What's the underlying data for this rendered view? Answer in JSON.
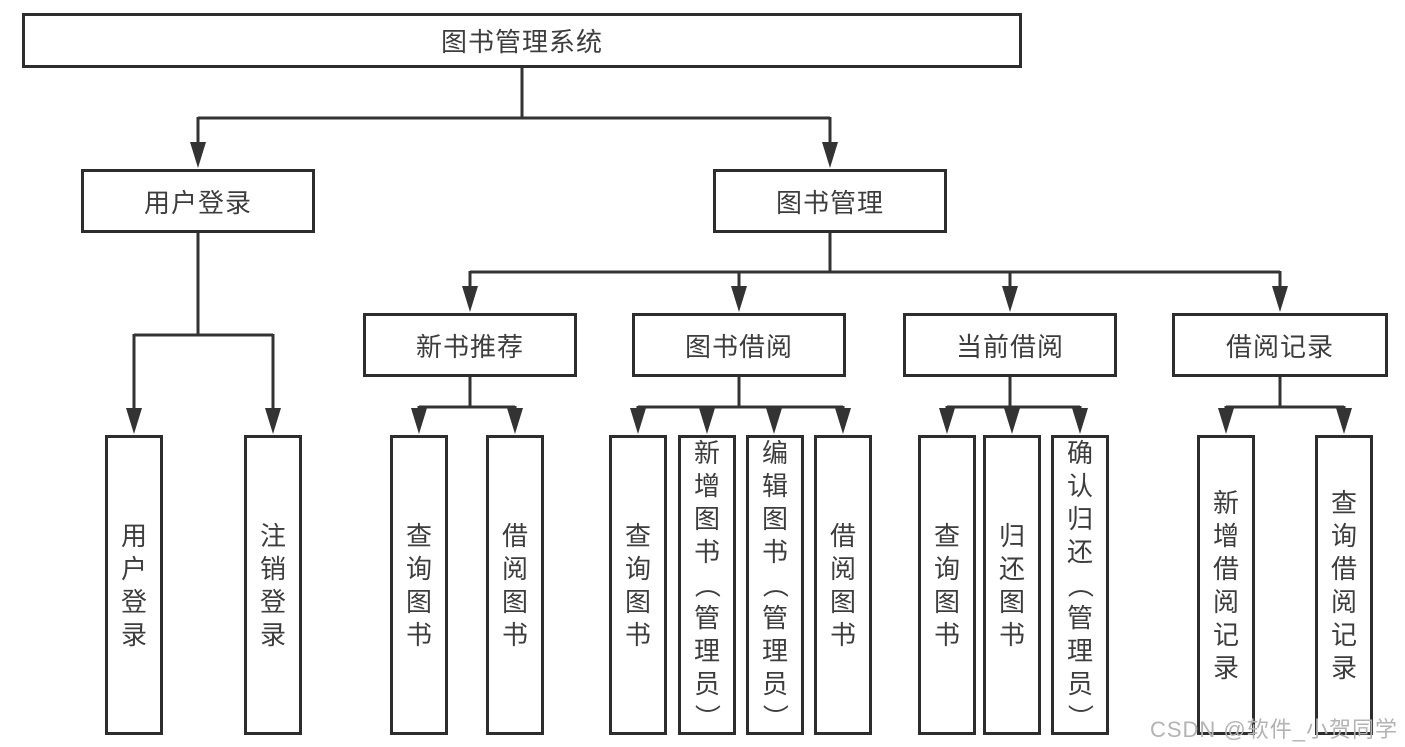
{
  "colors": {
    "border": "#2d2d2d",
    "line": "#333333",
    "text": "#3d3d3d",
    "watermark": "#b3b3b3"
  },
  "nodes": {
    "root": {
      "label": "图书管理系统"
    },
    "level2": [
      {
        "label": "用户登录"
      },
      {
        "label": "图书管理"
      }
    ],
    "level3": [
      {
        "label": "新书推荐"
      },
      {
        "label": "图书借阅"
      },
      {
        "label": "当前借阅"
      },
      {
        "label": "借阅记录"
      }
    ],
    "leaves": {
      "user_login": [
        {
          "label": "用户登录"
        },
        {
          "label": "注销登录"
        }
      ],
      "new_book_recommend": [
        {
          "label": "查询图书"
        },
        {
          "label": "借阅图书"
        }
      ],
      "book_borrowing": [
        {
          "label": "查询图书"
        },
        {
          "label": "新增图书（管理员）"
        },
        {
          "label": "编辑图书（管理员）"
        },
        {
          "label": "借阅图书"
        }
      ],
      "current_borrowing": [
        {
          "label": "查询图书"
        },
        {
          "label": "归还图书"
        },
        {
          "label": "确认归还（管理员）"
        }
      ],
      "borrowing_records": [
        {
          "label": "新增借阅记录"
        },
        {
          "label": "查询借阅记录"
        }
      ]
    }
  },
  "watermark": {
    "text": "CSDN @软件_小贺同学"
  }
}
